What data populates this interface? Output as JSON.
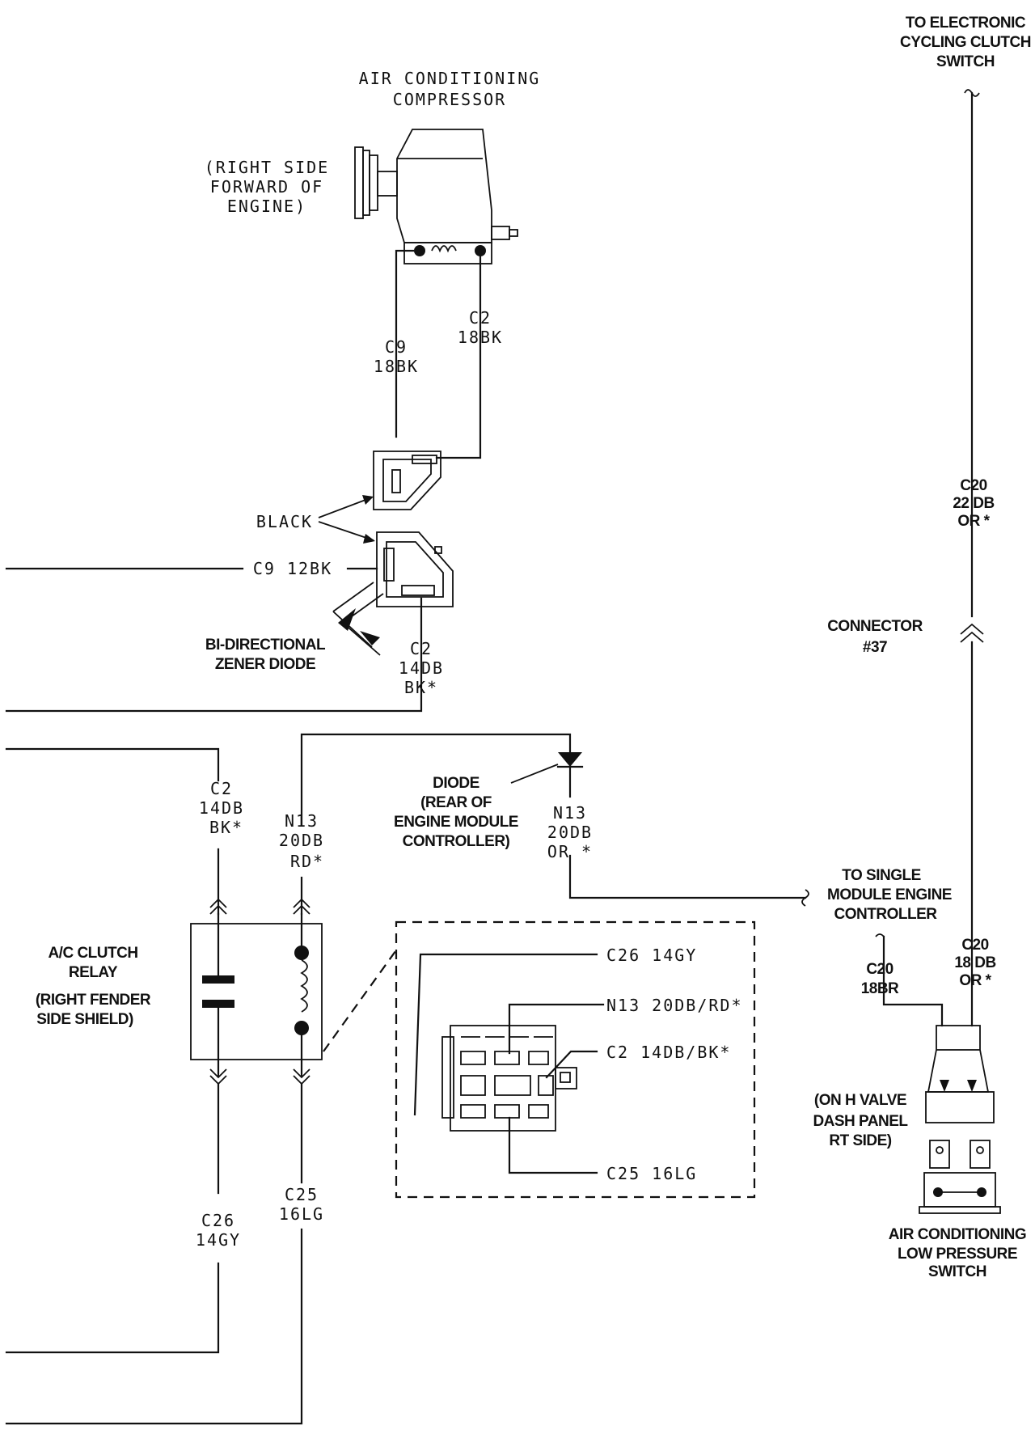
{
  "labels": {
    "compressor_title_1": "AIR CONDITIONING",
    "compressor_title_2": "COMPRESSOR",
    "compressor_loc_1": "(RIGHT SIDE",
    "compressor_loc_2": "FORWARD OF",
    "compressor_loc_3": "ENGINE)",
    "top_right_1": "TO ELECTRONIC",
    "top_right_2": "CYCLING CLUTCH",
    "top_right_3": "SWITCH",
    "c9_1": "C9",
    "c9_2": "18BK",
    "c2_1": "C2",
    "c2_2": "18BK",
    "black": "BLACK",
    "c9_12bk": "C9  12BK",
    "zener_1": "BI-DIRECTIONAL",
    "zener_2": "ZENER DIODE",
    "c2b_1": "C2",
    "c2b_2": "14DB",
    "c2b_3": "BK*",
    "c20a_1": "C20",
    "c20a_2": "22 DB",
    "c20a_3": "OR *",
    "conn37_1": "CONNECTOR",
    "conn37_2": "#37",
    "diode_1": "DIODE",
    "diode_2": "(REAR OF",
    "diode_3": "ENGINE MODULE",
    "diode_4": "CONTROLLER)",
    "n13r_1": "N13",
    "n13r_2": "20DB",
    "n13r_3": "OR *",
    "c2c_1": "C2",
    "c2c_2": "14DB",
    "c2c_3": "BK*",
    "n13l_1": "N13",
    "n13l_2": "20DB",
    "n13l_3": "RD*",
    "smec_1": "TO SINGLE",
    "smec_2": "MODULE ENGINE",
    "smec_3": "CONTROLLER",
    "relay_1": "A/C CLUTCH",
    "relay_2": "RELAY",
    "relay_3": "(RIGHT FENDER",
    "relay_4": "SIDE SHIELD)",
    "inset_c26": "C26  14GY",
    "inset_n13": "N13  20DB/RD*",
    "inset_c2": "C2  14DB/BK*",
    "inset_c25": "C25  16LG",
    "c20b_1": "C20",
    "c20b_2": "18BR",
    "c20c_1": "C20",
    "c20c_2": "18 DB",
    "c20c_3": "OR *",
    "hvalve_1": "(ON H VALVE",
    "hvalve_2": "DASH PANEL",
    "hvalve_3": "RT SIDE)",
    "lps_1": "AIR CONDITIONING",
    "lps_2": "LOW PRESSURE",
    "lps_3": "SWITCH",
    "c25_1": "C25",
    "c25_2": "16LG",
    "c26_1": "C26",
    "c26_2": "14GY"
  }
}
